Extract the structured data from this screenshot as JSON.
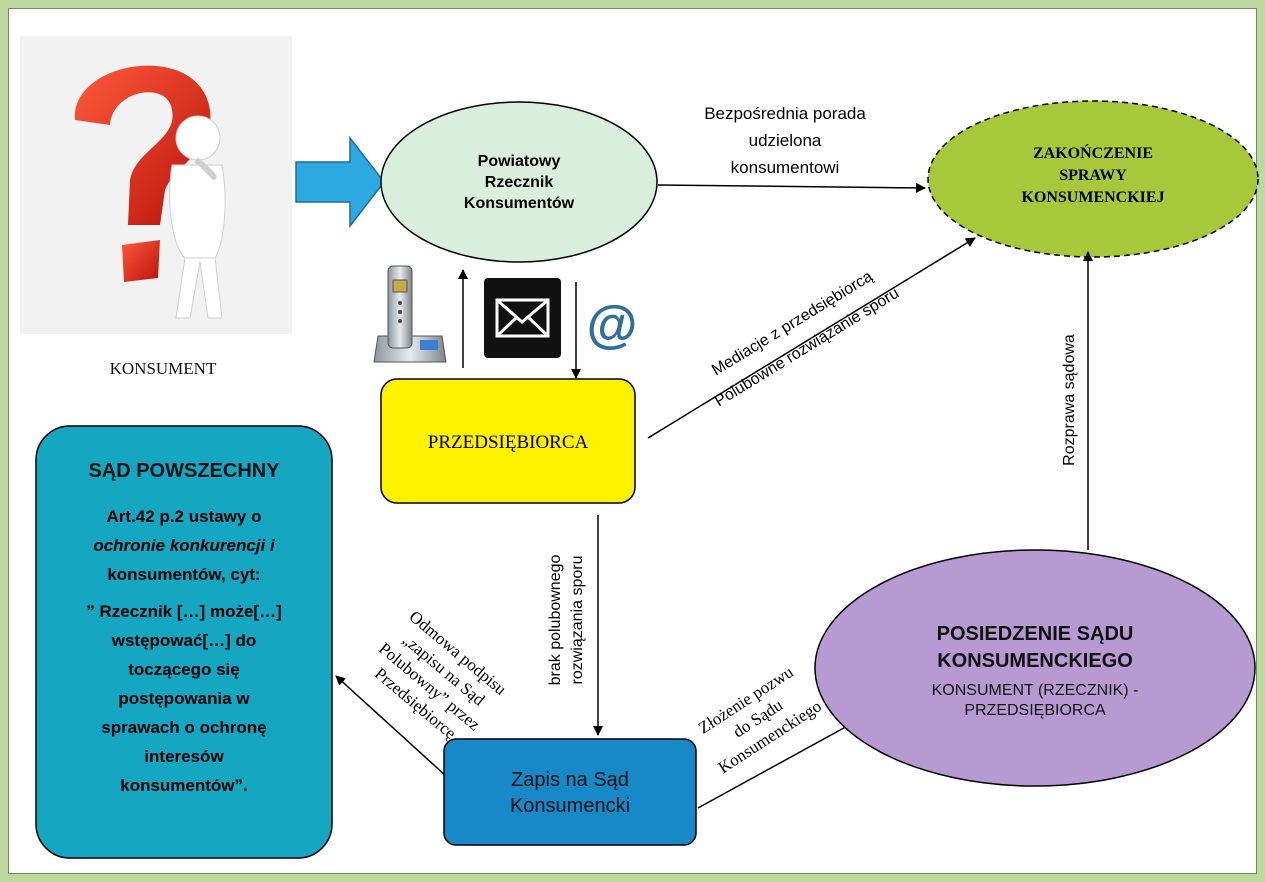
{
  "nodes": {
    "consumer_label": "KONSUMENT",
    "rzecznik": [
      "Powiatowy",
      "Rzecznik",
      "Konsumentów"
    ],
    "zakonczenie": [
      "ZAKOŃCZENIE",
      "SPRAWY",
      "KONSUMENCKIEJ"
    ],
    "przedsiebiorca": "PRZEDSIĘBIORCA",
    "zapis": [
      "Zapis na Sąd",
      "Konsumencki"
    ],
    "posiedzenie_title": [
      "POSIEDZENIE SĄDU",
      "KONSUMENCKIEGO"
    ],
    "posiedzenie_sub": [
      "KONSUMENT (RZECZNIK) -",
      "PRZEDSIĘBIORCA"
    ],
    "sad_title": "SĄD POWSZECHNY",
    "sad_body": [
      "Art.42 p.2 ustawy o",
      "ochronie konkurencji i",
      "konsumentów, cyt:",
      "” Rzecznik […] może[…]",
      "wstępować[…] do",
      "toczącego się",
      "postępowania w",
      "sprawach o ochronę",
      "interesów",
      "konsumentów”."
    ]
  },
  "edge_labels": {
    "porada": [
      "Bezpośrednia porada",
      "udzielona",
      "konsumentowi"
    ],
    "mediacje": "Mediacje z przedsiębiorcą",
    "polubowne": "Polubowne rozwiązanie sporu",
    "brak": [
      "brak polubownego",
      "rozwiązania sporu"
    ],
    "rozprawa": "Rozprawa sądowa",
    "odmowa": [
      "Odmowa podpisu",
      "„zapisu na Sąd",
      "Polubowny” przez",
      "Przedsiębiorcę"
    ],
    "zlozenie": [
      "Złożenie pozwu",
      "do Sądu",
      "Konsumenckiego"
    ]
  },
  "icons": [
    "question-mark-person",
    "cordless-phone",
    "envelope",
    "at-sign"
  ],
  "colors": {
    "background_border": "#bdd9a0",
    "rzecznik_fill": "#d9eedd",
    "zakonczenie_fill": "#a6c83a",
    "przedsiebiorca_fill": "#fff200",
    "zapis_fill": "#1789c9",
    "posiedzenie_fill": "#b89ad2",
    "sad_fill": "#15a6c1",
    "arrow_blue": "#2ea8e0",
    "question_red": "#e0271a"
  }
}
